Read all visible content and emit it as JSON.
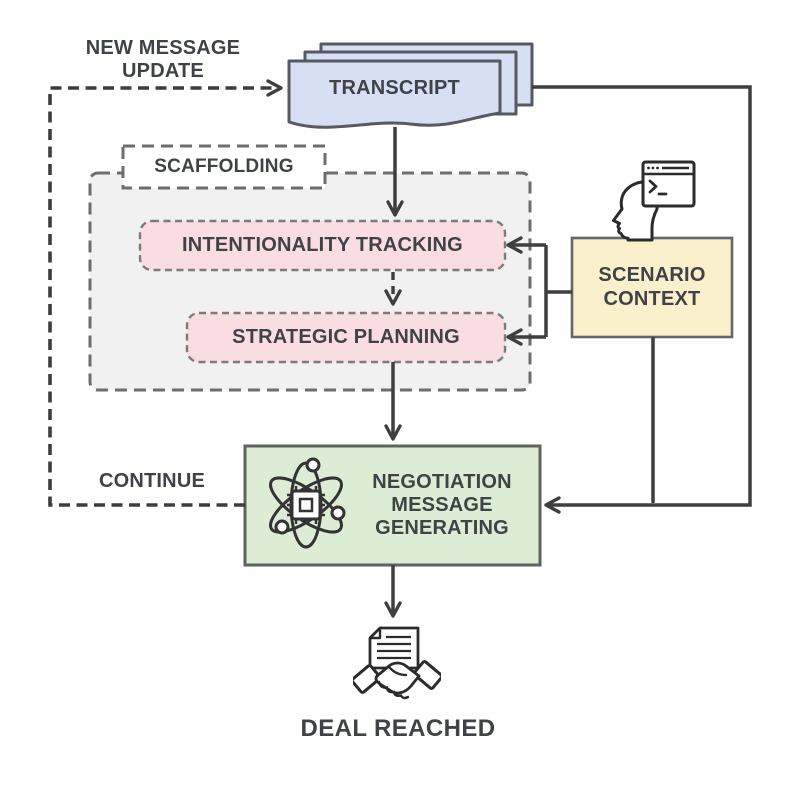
{
  "diagram": {
    "background": "#ffffff",
    "connector_color": "#3f3f3f",
    "text_color": "#3f4347",
    "labels": {
      "new_message_update": "NEW MESSAGE\nUPDATE",
      "continue": "CONTINUE",
      "deal_reached": "DEAL REACHED"
    },
    "nodes": {
      "transcript": {
        "label": "TRANSCRIPT",
        "fill": "#d6dff4",
        "shape": "stacked-documents"
      },
      "scaffolding": {
        "label": "SCAFFOLDING",
        "fill": "#f1f1f2",
        "label_fill": "#ffffff"
      },
      "intentionality_tracking": {
        "label": "INTENTIONALITY TRACKING",
        "fill": "#f9dde2"
      },
      "strategic_planning": {
        "label": "STRATEGIC PLANNING",
        "fill": "#f9dde2"
      },
      "scenario_context": {
        "label": "SCENARIO\nCONTEXT",
        "fill": "#fbf0cc"
      },
      "negotiation_message_generating": {
        "label": "NEGOTIATION\nMESSAGE\nGENERATING",
        "fill": "#ddecd5"
      }
    },
    "icons": {
      "scenario_context": "head-with-terminal-window-icon",
      "negotiation_message_generating": "atom-chip-icon",
      "deal_reached": "handshake-document-icon"
    },
    "edges": [
      {
        "from": "continue-loop",
        "to": "transcript",
        "style": "dashed-arrow",
        "label": "NEW MESSAGE UPDATE"
      },
      {
        "from": "transcript",
        "to": "intentionality_tracking",
        "style": "solid-arrow"
      },
      {
        "from": "intentionality_tracking",
        "to": "strategic_planning",
        "style": "dashed-arrow"
      },
      {
        "from": "scenario_context",
        "to": "intentionality_tracking",
        "style": "solid-arrow"
      },
      {
        "from": "scenario_context",
        "to": "strategic_planning",
        "style": "solid-arrow"
      },
      {
        "from": "transcript",
        "to": "negotiation_message_generating",
        "style": "solid-arrow"
      },
      {
        "from": "scenario_context",
        "to": "negotiation_message_generating",
        "style": "solid-arrow"
      },
      {
        "from": "strategic_planning",
        "to": "negotiation_message_generating",
        "style": "solid-arrow"
      },
      {
        "from": "negotiation_message_generating",
        "to": "continue-loop",
        "style": "dashed-line",
        "label": "CONTINUE"
      },
      {
        "from": "negotiation_message_generating",
        "to": "deal_reached",
        "style": "solid-arrow"
      }
    ]
  }
}
